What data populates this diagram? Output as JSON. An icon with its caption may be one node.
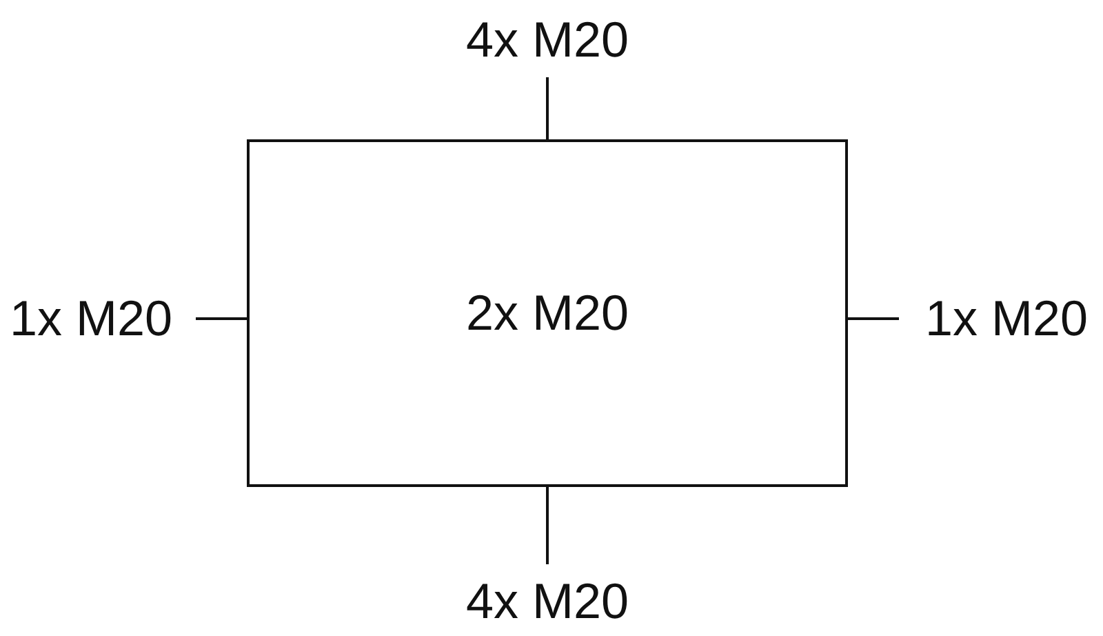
{
  "diagram": {
    "nodes": [
      {
        "text": [
          "2x M20"
        ]
      },
      {
        "text": [
          "4x M20"
        ]
      },
      {
        "text": [
          "1x M20"
        ]
      },
      {
        "text": [
          "1x M20"
        ]
      },
      {
        "text": [
          "4x M20"
        ]
      }
    ],
    "edges": [
      {
        "from": 1,
        "to": 0,
        "arrow": "none"
      },
      {
        "from": 2,
        "to": 0,
        "arrow": "none"
      },
      {
        "from": 3,
        "to": 0,
        "arrow": "none"
      },
      {
        "from": 4,
        "to": 0,
        "arrow": "none"
      }
    ]
  }
}
